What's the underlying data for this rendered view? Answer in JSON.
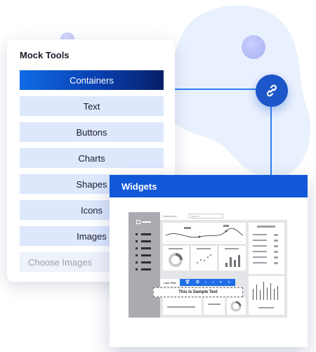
{
  "colors": {
    "accent": "#1158d8",
    "tool_button_bg": "#dde8fd",
    "link_node": "#1c56c8",
    "connector": "#2f7ff0"
  },
  "mock_tools": {
    "title": "Mock Tools",
    "items": [
      {
        "label": "Containers",
        "active": true
      },
      {
        "label": "Text"
      },
      {
        "label": "Buttons"
      },
      {
        "label": "Charts"
      },
      {
        "label": "Shapes"
      },
      {
        "label": "Icons"
      },
      {
        "label": "Images"
      },
      {
        "label": "Choose Images",
        "faded": true
      }
    ]
  },
  "link_node": {
    "icon": "link-icon"
  },
  "widgets": {
    "title": "Widgets",
    "mockup": {
      "home_label": "Dashboard",
      "search_placeholder": "Search",
      "tab_label": "Line Text",
      "toolbar_icons": [
        "trash-icon",
        "copy-icon",
        "chevron-left-icon",
        "chevron-right-icon",
        "double-chevron-left-icon",
        "double-chevron-right-icon"
      ],
      "sample_text": "This Is Sample Text"
    }
  }
}
